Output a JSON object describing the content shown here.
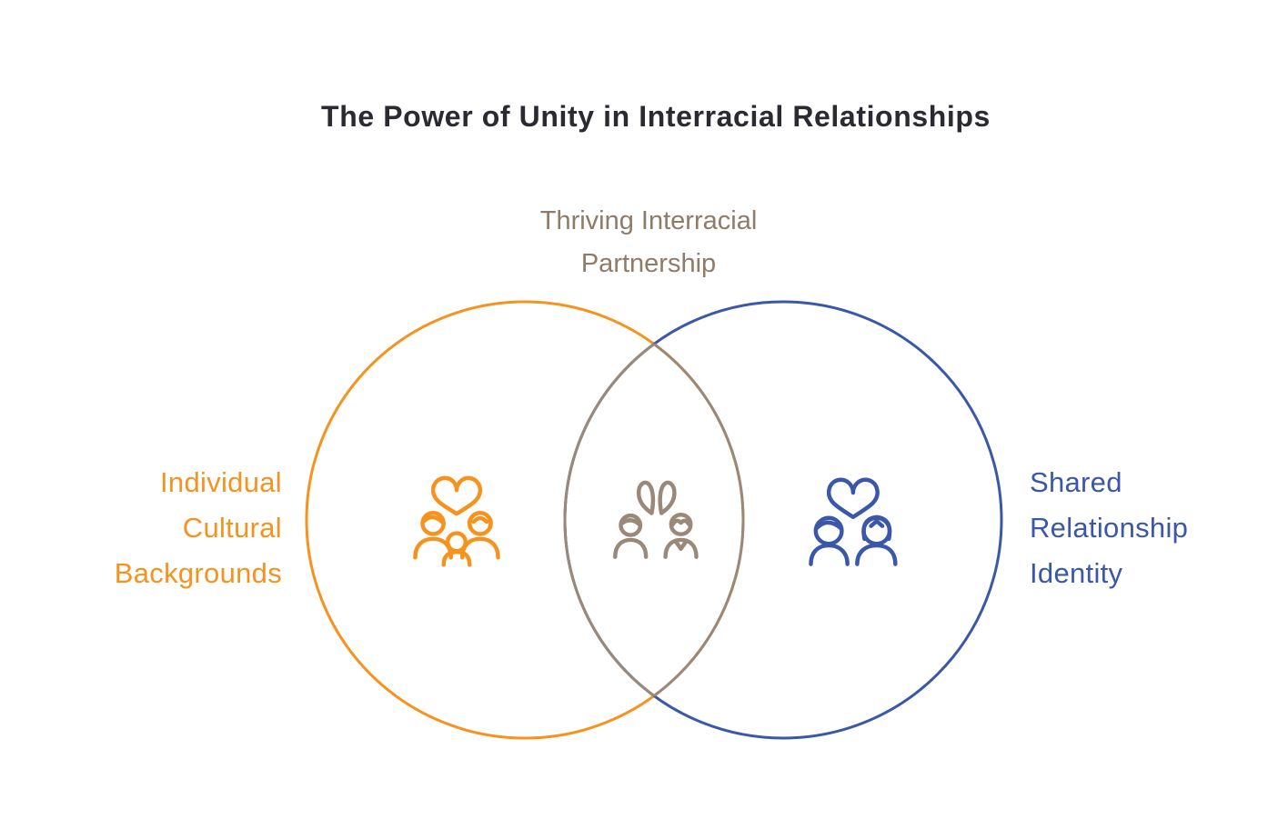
{
  "title": {
    "text": "The Power of Unity in Interracial Relationships"
  },
  "venn": {
    "type": "venn-2-set",
    "center_label_lines": [
      "Thriving Interracial",
      "Partnership"
    ],
    "left_set": {
      "name": "Individual Cultural Backgrounds",
      "label_lines": [
        "Individual",
        "Cultural",
        "Backgrounds"
      ],
      "icon": "family-with-heart-icon"
    },
    "right_set": {
      "name": "Shared Relationship Identity",
      "label_lines": [
        "Shared",
        "Relationship",
        "Identity"
      ],
      "icon": "couple-with-heart-icon"
    },
    "overlap": {
      "name": "Thriving Interracial Partnership",
      "icon": "partners-split-heart-icon"
    }
  },
  "colors": {
    "background": "#FFFFFF",
    "title_text": "#2B2A33",
    "center_label_text": "#8F7B68",
    "left_accent": "#F6921E",
    "right_accent": "#3A57A9",
    "overlap_accent": "#9A8878"
  }
}
